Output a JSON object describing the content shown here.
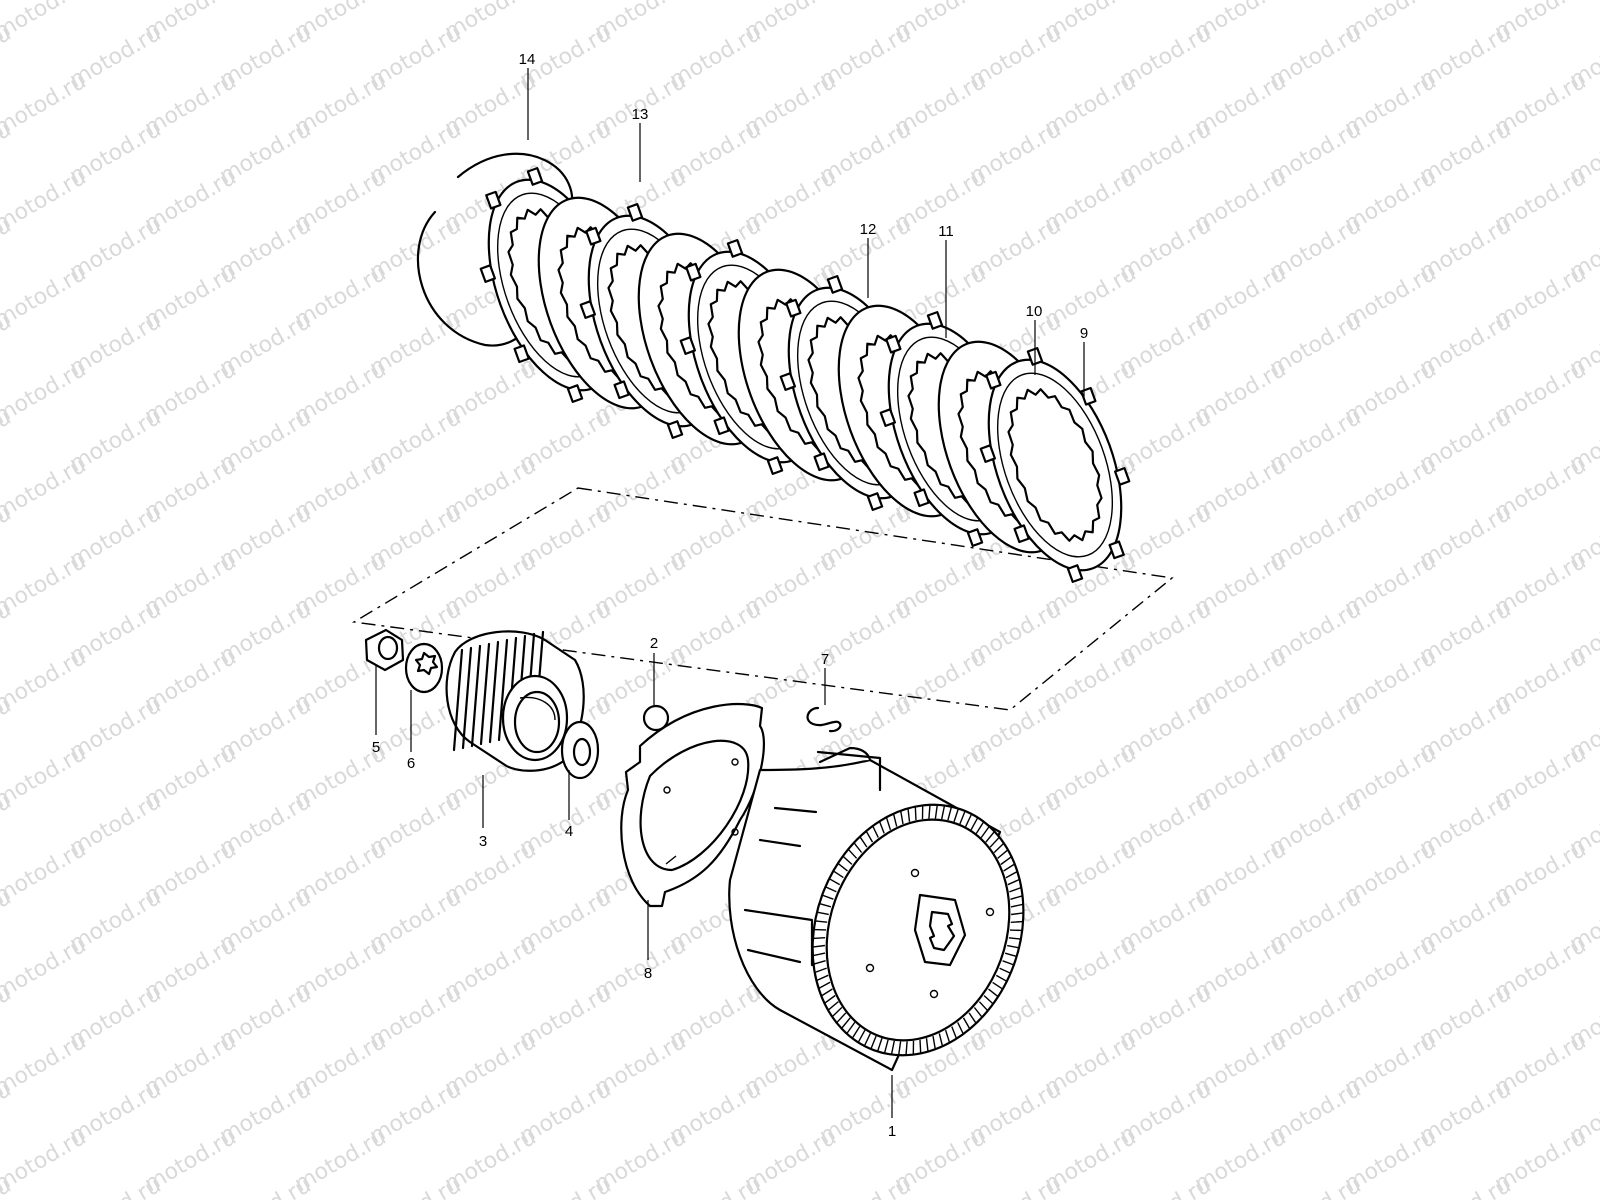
{
  "watermark": {
    "text": "motod.ru"
  },
  "diagram": {
    "callouts": [
      {
        "id": "1",
        "label": "1"
      },
      {
        "id": "2",
        "label": "2"
      },
      {
        "id": "3",
        "label": "3"
      },
      {
        "id": "4",
        "label": "4"
      },
      {
        "id": "5",
        "label": "5"
      },
      {
        "id": "6",
        "label": "6"
      },
      {
        "id": "7",
        "label": "7"
      },
      {
        "id": "8",
        "label": "8"
      },
      {
        "id": "9",
        "label": "9"
      },
      {
        "id": "10",
        "label": "10"
      },
      {
        "id": "11",
        "label": "11"
      },
      {
        "id": "12",
        "label": "12"
      },
      {
        "id": "13",
        "label": "13"
      },
      {
        "id": "14",
        "label": "14"
      }
    ]
  }
}
